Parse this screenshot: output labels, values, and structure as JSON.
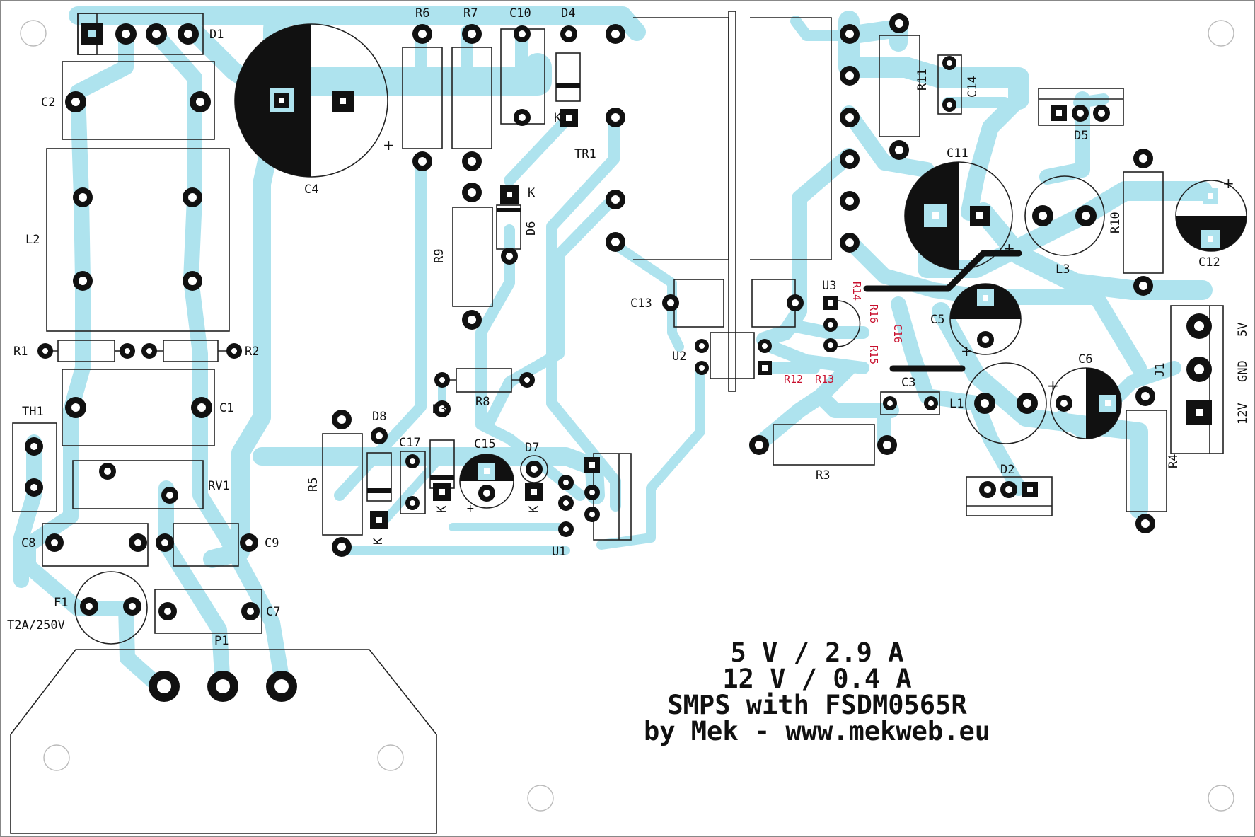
{
  "board": {
    "title_lines": [
      "5 V / 2.9 A",
      "12 V / 0.4 A",
      "SMPS with FSDM0565R",
      "by Mek - www.mekweb.eu"
    ],
    "colors": {
      "copper": "#aee3ee",
      "silkscreen": "#111111",
      "smd_label": "#c8102e",
      "background": "#ffffff"
    }
  },
  "labels": {
    "D1": "D1",
    "C2": "C2",
    "C4": "C4",
    "L2": "L2",
    "R1": "R1",
    "R2": "R2",
    "C1": "C1",
    "TH1": "TH1",
    "RV1": "RV1",
    "C8": "C8",
    "C9": "C9",
    "F1": "F1",
    "fuse_rating": "T2A/250V",
    "C7": "C7",
    "P1": "P1",
    "R6": "R6",
    "R7": "R7",
    "C10": "C10",
    "D4": "D4",
    "TR1": "TR1",
    "R9": "R9",
    "D6": "D6",
    "R8": "R8",
    "D8": "D8",
    "D3": "D3",
    "C17": "C17",
    "C15": "C15",
    "D7": "D7",
    "R5": "R5",
    "U1": "U1",
    "U2": "U2",
    "C13": "C13",
    "U3": "U3",
    "R11": "R11",
    "C14": "C14",
    "D5": "D5",
    "C11": "C11",
    "R10": "R10",
    "C12": "C12",
    "L3": "L3",
    "C5": "C5",
    "C6": "C6",
    "C3": "C3",
    "L1": "L1",
    "J1": "J1",
    "R3": "R3",
    "D2": "D2",
    "R4": "R4",
    "K": "K",
    "out_5v": "5V",
    "out_gnd": "GND",
    "out_12v": "12V",
    "R12": "R12",
    "R13": "R13",
    "R14": "R14",
    "R15": "R15",
    "R16": "R16",
    "C16": "C16"
  }
}
